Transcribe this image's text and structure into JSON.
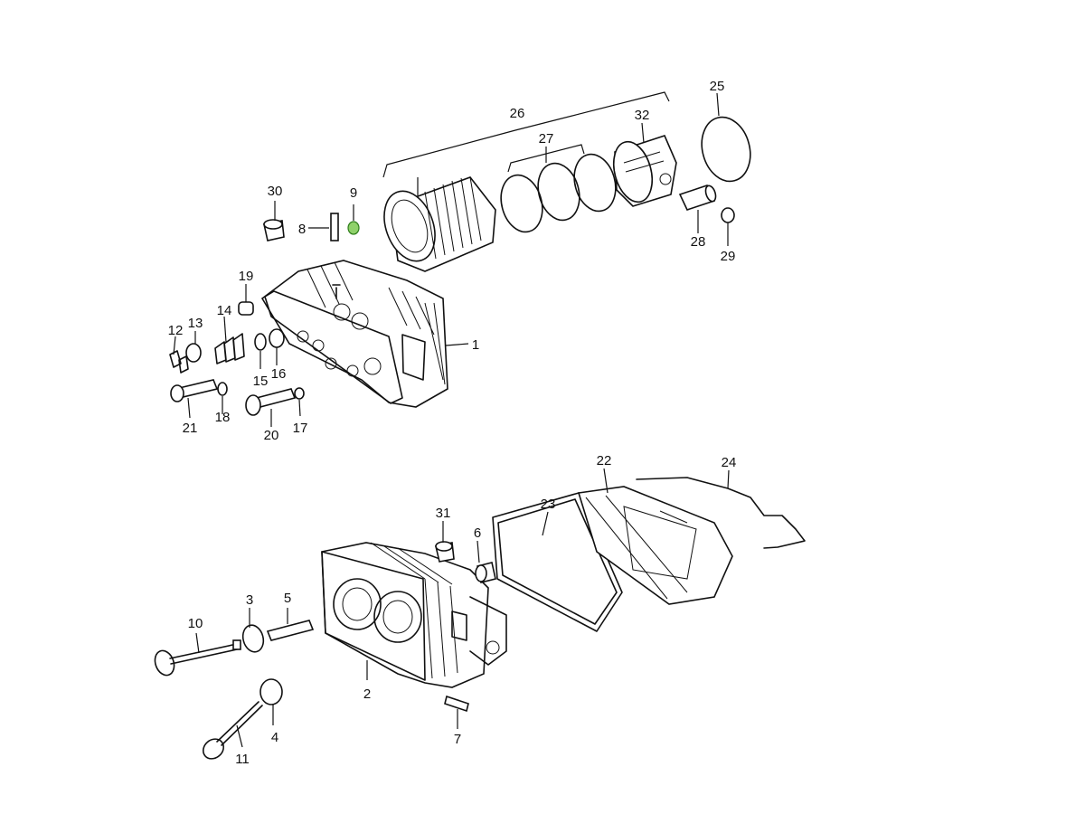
{
  "callouts": [
    {
      "id": "1",
      "label": "1"
    },
    {
      "id": "2",
      "label": "2"
    },
    {
      "id": "3",
      "label": "3"
    },
    {
      "id": "4",
      "label": "4"
    },
    {
      "id": "5",
      "label": "5"
    },
    {
      "id": "6",
      "label": "6"
    },
    {
      "id": "7",
      "label": "7"
    },
    {
      "id": "8",
      "label": "8"
    },
    {
      "id": "9",
      "label": "9"
    },
    {
      "id": "10",
      "label": "10"
    },
    {
      "id": "11",
      "label": "11"
    },
    {
      "id": "12",
      "label": "12"
    },
    {
      "id": "13",
      "label": "13"
    },
    {
      "id": "14",
      "label": "14"
    },
    {
      "id": "15",
      "label": "15"
    },
    {
      "id": "16",
      "label": "16"
    },
    {
      "id": "17",
      "label": "17"
    },
    {
      "id": "18",
      "label": "18"
    },
    {
      "id": "19",
      "label": "19"
    },
    {
      "id": "20",
      "label": "20"
    },
    {
      "id": "21",
      "label": "21"
    },
    {
      "id": "22",
      "label": "22"
    },
    {
      "id": "23",
      "label": "23"
    },
    {
      "id": "24",
      "label": "24"
    },
    {
      "id": "25",
      "label": "25"
    },
    {
      "id": "26",
      "label": "26"
    },
    {
      "id": "27",
      "label": "27"
    },
    {
      "id": "28",
      "label": "28"
    },
    {
      "id": "29",
      "label": "29"
    },
    {
      "id": "30",
      "label": "30"
    },
    {
      "id": "31",
      "label": "31"
    },
    {
      "id": "32",
      "label": "32"
    }
  ],
  "highlighted_part": "9",
  "colors": {
    "line": "#111111",
    "highlight": "#8fd16a",
    "background": "#ffffff"
  }
}
